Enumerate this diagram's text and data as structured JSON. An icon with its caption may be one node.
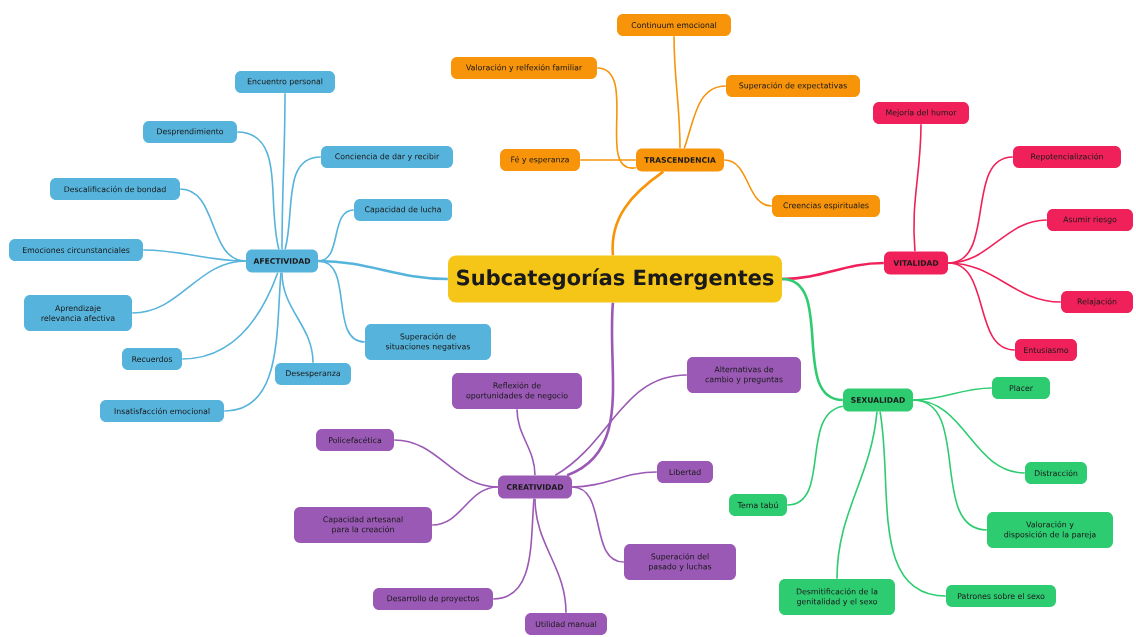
{
  "diagram": {
    "nodes": [
      {
        "text": [
          "Subcategorías Emergentes"
        ]
      },
      {
        "text": [
          "AFECTIVIDAD"
        ]
      },
      {
        "text": [
          "Encuentro personal"
        ]
      },
      {
        "text": [
          "Desprendimiento"
        ]
      },
      {
        "text": [
          "Conciencia de dar y recibir"
        ]
      },
      {
        "text": [
          "Descalificación de bondad"
        ]
      },
      {
        "text": [
          "Capacidad de lucha"
        ]
      },
      {
        "text": [
          "Emociones circunstanciales"
        ]
      },
      {
        "text": [
          "Aprendizaje relevancia afectiva"
        ]
      },
      {
        "text": [
          "Superación de situaciones negativas"
        ]
      },
      {
        "text": [
          "Recuerdos"
        ]
      },
      {
        "text": [
          "Desesperanza"
        ]
      },
      {
        "text": [
          "Insatisfacción emocional"
        ]
      },
      {
        "text": [
          "TRASCENDENCIA"
        ]
      },
      {
        "text": [
          "Continuum emocional"
        ]
      },
      {
        "text": [
          "Valoración y relfexión familiar"
        ]
      },
      {
        "text": [
          "Superación de expectativas"
        ]
      },
      {
        "text": [
          "Fé y esperanza"
        ]
      },
      {
        "text": [
          "Creencias espirituales"
        ]
      },
      {
        "text": [
          "VITALIDAD"
        ]
      },
      {
        "text": [
          "Mejoría del humor"
        ]
      },
      {
        "text": [
          "Repotencialización"
        ]
      },
      {
        "text": [
          "Asumir riesgo"
        ]
      },
      {
        "text": [
          "Relajación"
        ]
      },
      {
        "text": [
          "Entusiasmo"
        ]
      },
      {
        "text": [
          "SEXUALIDAD"
        ]
      },
      {
        "text": [
          "Placer"
        ]
      },
      {
        "text": [
          "Distracción"
        ]
      },
      {
        "text": [
          "Tema tabú"
        ]
      },
      {
        "text": [
          "Valoración y disposición de la pareja"
        ]
      },
      {
        "text": [
          "Desmitificación de la genitalidad y el sexo"
        ]
      },
      {
        "text": [
          "Patrones sobre el sexo"
        ]
      },
      {
        "text": [
          "CREATIVIDAD"
        ]
      },
      {
        "text": [
          "Reflexión de oportunidades de negocio"
        ]
      },
      {
        "text": [
          "Alternativas de cambio y preguntas"
        ]
      },
      {
        "text": [
          "Policefacética"
        ]
      },
      {
        "text": [
          "Libertad"
        ]
      },
      {
        "text": [
          "Capacidad artesanal para la creación"
        ]
      },
      {
        "text": [
          "Superación del pasado y luchas"
        ]
      },
      {
        "text": [
          "Desarrollo de proyectos"
        ]
      },
      {
        "text": [
          "Utilidad manual"
        ]
      }
    ],
    "edges": [
      {
        "from": 0,
        "to": 1,
        "arrow": "none",
        "color": "#56b4dc"
      },
      {
        "from": 1,
        "to": 2,
        "arrow": "none",
        "color": "#56b4dc"
      },
      {
        "from": 1,
        "to": 3,
        "arrow": "none",
        "color": "#56b4dc"
      },
      {
        "from": 1,
        "to": 4,
        "arrow": "none",
        "color": "#56b4dc"
      },
      {
        "from": 1,
        "to": 5,
        "arrow": "none",
        "color": "#56b4dc"
      },
      {
        "from": 1,
        "to": 6,
        "arrow": "none",
        "color": "#56b4dc"
      },
      {
        "from": 1,
        "to": 7,
        "arrow": "none",
        "color": "#56b4dc"
      },
      {
        "from": 1,
        "to": 8,
        "arrow": "none",
        "color": "#56b4dc"
      },
      {
        "from": 1,
        "to": 9,
        "arrow": "none",
        "color": "#56b4dc"
      },
      {
        "from": 1,
        "to": 10,
        "arrow": "none",
        "color": "#56b4dc"
      },
      {
        "from": 1,
        "to": 11,
        "arrow": "none",
        "color": "#56b4dc"
      },
      {
        "from": 1,
        "to": 12,
        "arrow": "none",
        "color": "#56b4dc"
      },
      {
        "from": 0,
        "to": 13,
        "arrow": "none",
        "color": "#f7940a"
      },
      {
        "from": 13,
        "to": 14,
        "arrow": "none",
        "color": "#f7940a"
      },
      {
        "from": 13,
        "to": 15,
        "arrow": "none",
        "color": "#f7940a"
      },
      {
        "from": 13,
        "to": 16,
        "arrow": "none",
        "color": "#f7940a"
      },
      {
        "from": 13,
        "to": 17,
        "arrow": "none",
        "color": "#f7940a"
      },
      {
        "from": 13,
        "to": 18,
        "arrow": "none",
        "color": "#f7940a"
      },
      {
        "from": 0,
        "to": 19,
        "arrow": "none",
        "color": "#f0215a"
      },
      {
        "from": 19,
        "to": 20,
        "arrow": "none",
        "color": "#f0215a"
      },
      {
        "from": 19,
        "to": 21,
        "arrow": "none",
        "color": "#f0215a"
      },
      {
        "from": 19,
        "to": 22,
        "arrow": "none",
        "color": "#f0215a"
      },
      {
        "from": 19,
        "to": 23,
        "arrow": "none",
        "color": "#f0215a"
      },
      {
        "from": 19,
        "to": 24,
        "arrow": "none",
        "color": "#f0215a"
      },
      {
        "from": 0,
        "to": 25,
        "arrow": "none",
        "color": "#2ecc71"
      },
      {
        "from": 25,
        "to": 26,
        "arrow": "none",
        "color": "#2ecc71"
      },
      {
        "from": 25,
        "to": 27,
        "arrow": "none",
        "color": "#2ecc71"
      },
      {
        "from": 25,
        "to": 28,
        "arrow": "none",
        "color": "#2ecc71"
      },
      {
        "from": 25,
        "to": 29,
        "arrow": "none",
        "color": "#2ecc71"
      },
      {
        "from": 25,
        "to": 30,
        "arrow": "none",
        "color": "#2ecc71"
      },
      {
        "from": 25,
        "to": 31,
        "arrow": "none",
        "color": "#2ecc71"
      },
      {
        "from": 0,
        "to": 32,
        "arrow": "none",
        "color": "#9b59b6"
      },
      {
        "from": 32,
        "to": 33,
        "arrow": "none",
        "color": "#9b59b6"
      },
      {
        "from": 32,
        "to": 34,
        "arrow": "none",
        "color": "#9b59b6"
      },
      {
        "from": 32,
        "to": 35,
        "arrow": "none",
        "color": "#9b59b6"
      },
      {
        "from": 32,
        "to": 36,
        "arrow": "none",
        "color": "#9b59b6"
      },
      {
        "from": 32,
        "to": 37,
        "arrow": "none",
        "color": "#9b59b6"
      },
      {
        "from": 32,
        "to": 38,
        "arrow": "none",
        "color": "#9b59b6"
      },
      {
        "from": 32,
        "to": 39,
        "arrow": "none",
        "color": "#9b59b6"
      },
      {
        "from": 32,
        "to": 40,
        "arrow": "none",
        "color": "#9b59b6"
      }
    ]
  }
}
